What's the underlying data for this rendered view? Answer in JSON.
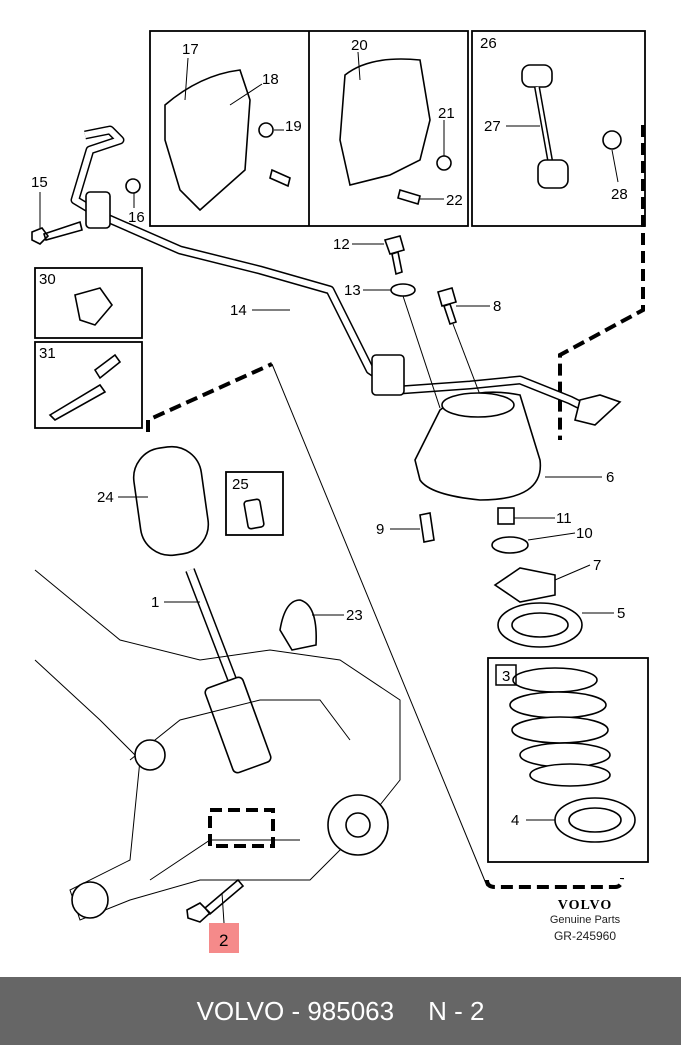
{
  "diagram": {
    "callouts": [
      {
        "id": "17",
        "label": "17"
      },
      {
        "id": "18",
        "label": "18"
      },
      {
        "id": "19",
        "label": "19"
      },
      {
        "id": "20",
        "label": "20"
      },
      {
        "id": "21",
        "label": "21"
      },
      {
        "id": "22",
        "label": "22"
      },
      {
        "id": "26",
        "label": "26"
      },
      {
        "id": "27",
        "label": "27"
      },
      {
        "id": "28",
        "label": "28"
      },
      {
        "id": "15",
        "label": "15"
      },
      {
        "id": "16",
        "label": "16"
      },
      {
        "id": "12",
        "label": "12"
      },
      {
        "id": "13",
        "label": "13"
      },
      {
        "id": "8",
        "label": "8"
      },
      {
        "id": "14",
        "label": "14"
      },
      {
        "id": "30",
        "label": "30"
      },
      {
        "id": "31",
        "label": "31"
      },
      {
        "id": "24",
        "label": "24"
      },
      {
        "id": "25",
        "label": "25"
      },
      {
        "id": "6",
        "label": "6"
      },
      {
        "id": "11",
        "label": "11"
      },
      {
        "id": "10",
        "label": "10"
      },
      {
        "id": "9",
        "label": "9"
      },
      {
        "id": "7",
        "label": "7"
      },
      {
        "id": "1",
        "label": "1"
      },
      {
        "id": "23",
        "label": "23"
      },
      {
        "id": "5",
        "label": "5"
      },
      {
        "id": "3",
        "label": "3"
      },
      {
        "id": "4",
        "label": "4"
      },
      {
        "id": "2",
        "label": "2"
      }
    ],
    "highlighted_part": "2",
    "highlight_color": "#f58a8a"
  },
  "brand": {
    "logo": "VOLVO",
    "subtitle": "Genuine Parts",
    "code": "GR-245960"
  },
  "footer": {
    "part": "VOLVO - 985063",
    "position": "N - 2",
    "background": "#666666"
  }
}
